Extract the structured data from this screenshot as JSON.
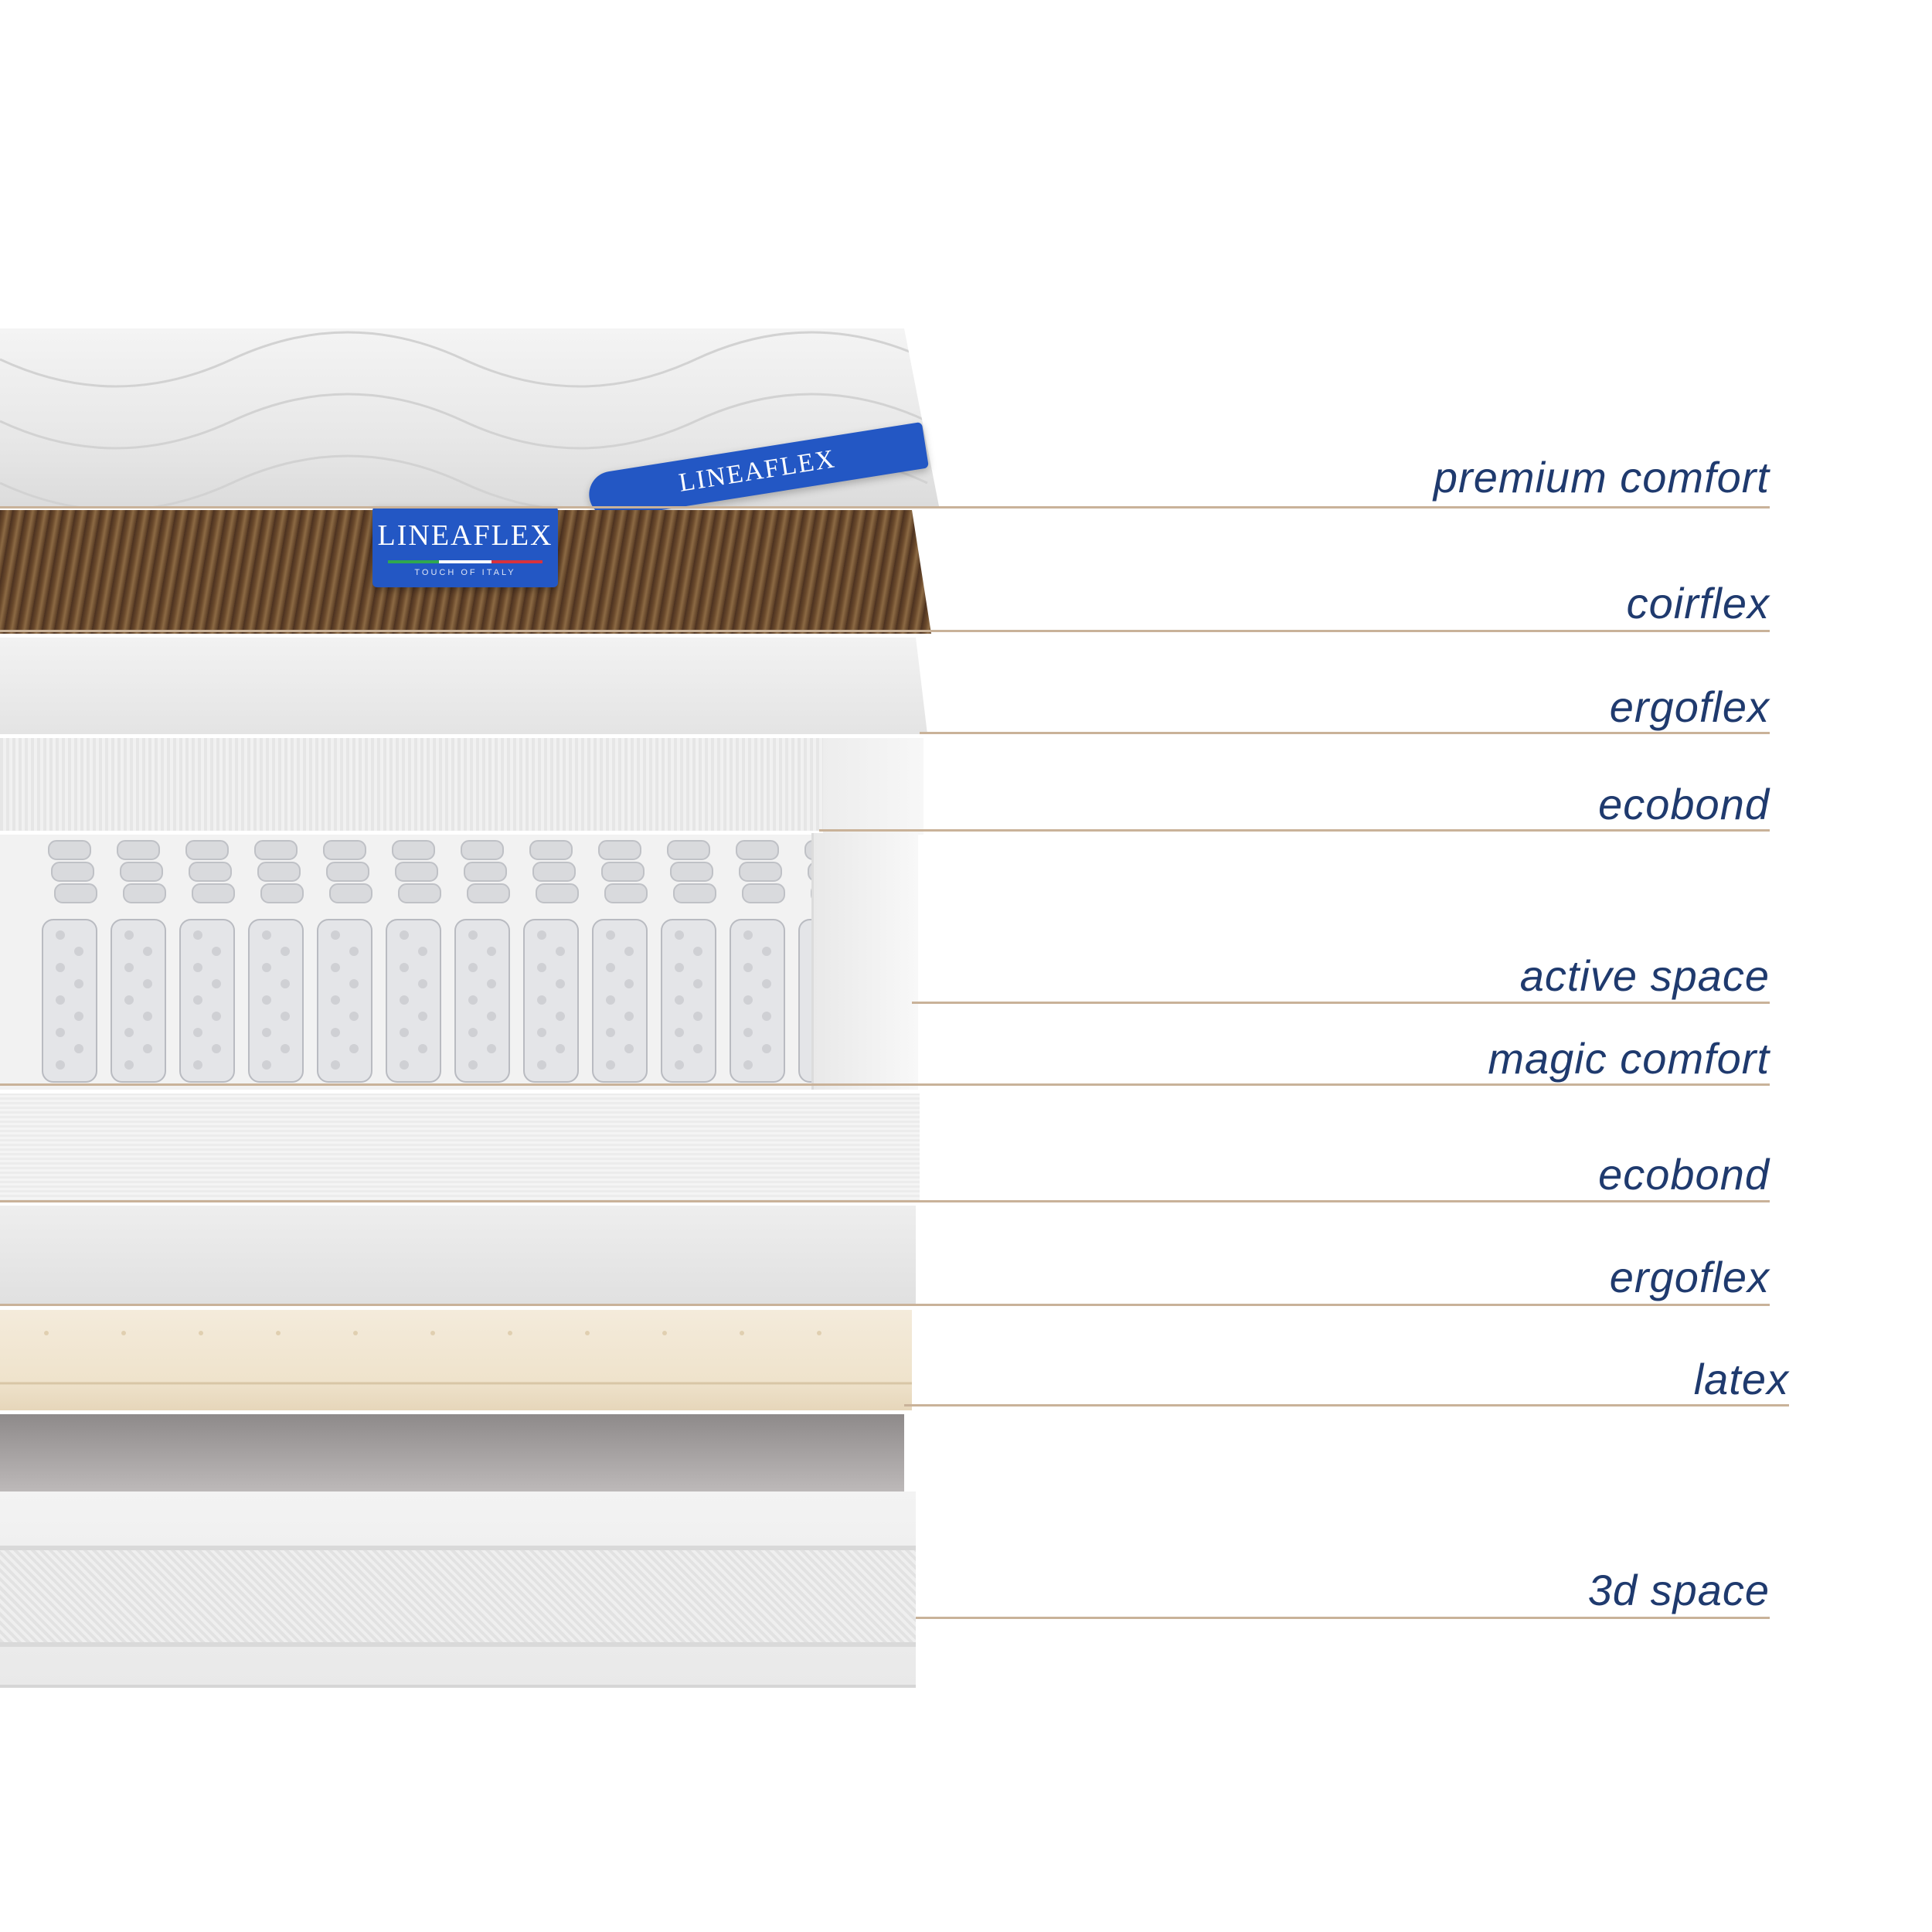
{
  "brand": {
    "logo_text": "LINEAFLEX",
    "tagline": "TOUCH OF ITALY",
    "color": "#2357c4"
  },
  "label_color": "#1f3a6e",
  "leader_color": "#c9b299",
  "layers": [
    {
      "label": "premium comfort",
      "material": "quilted-cover"
    },
    {
      "label": "coirflex",
      "material": "coconut-fiber"
    },
    {
      "label": "ergoflex",
      "material": "foam"
    },
    {
      "label": "ecobond",
      "material": "mesh-foam"
    },
    {
      "label": "active space",
      "material": "pocket-springs"
    },
    {
      "label": "magic comfort",
      "material": "foam-border"
    },
    {
      "label": "ecobond",
      "material": "mesh-foam"
    },
    {
      "label": "ergoflex",
      "material": "foam"
    },
    {
      "label": "latex",
      "material": "latex"
    },
    {
      "label": "3d space",
      "material": "3d-fabric-base"
    }
  ]
}
